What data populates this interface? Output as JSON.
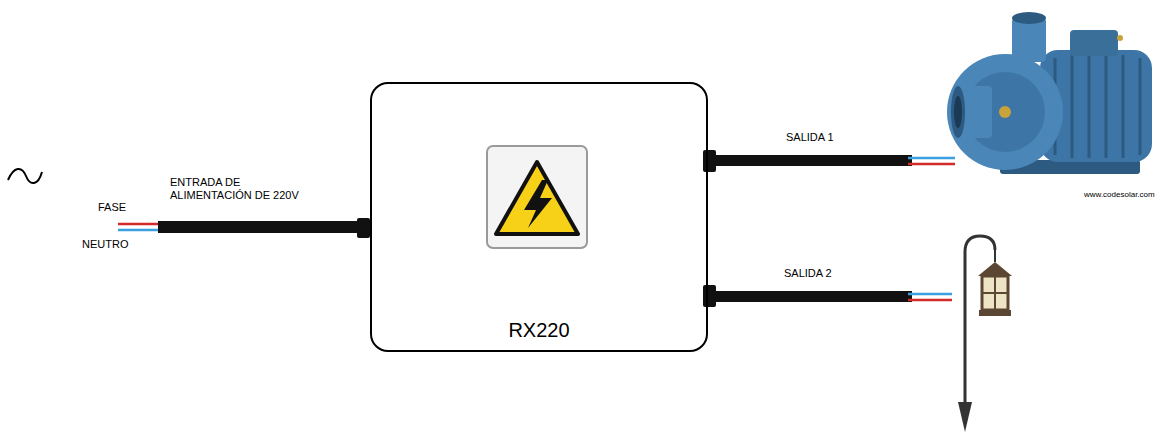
{
  "diagram": {
    "nodes": [
      {
        "text": [
          "RX220"
        ]
      }
    ],
    "labels": [
      "FASE",
      "NEUTRO",
      "ENTRADA DE ALIMENTACIÓN DE 220V",
      "SALIDA 1",
      "SALIDA 2",
      "www.codesolar.com"
    ]
  }
}
